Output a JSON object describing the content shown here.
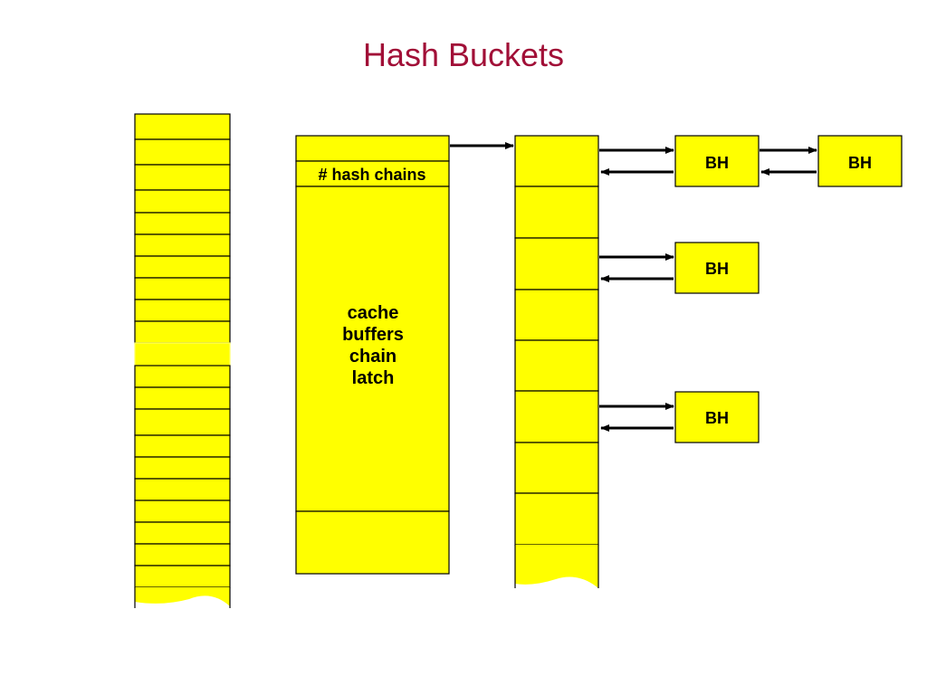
{
  "title": "Hash Buckets",
  "colors": {
    "title": "#a10f37",
    "box_fill": "#ffff00",
    "stroke": "#000000"
  },
  "latch_block": {
    "header_label": "# hash chains",
    "body_label": [
      "cache",
      "buffers",
      "chain",
      "latch"
    ]
  },
  "bh_boxes": [
    {
      "label": "BH"
    },
    {
      "label": "BH"
    },
    {
      "label": "BH"
    },
    {
      "label": "BH"
    }
  ]
}
